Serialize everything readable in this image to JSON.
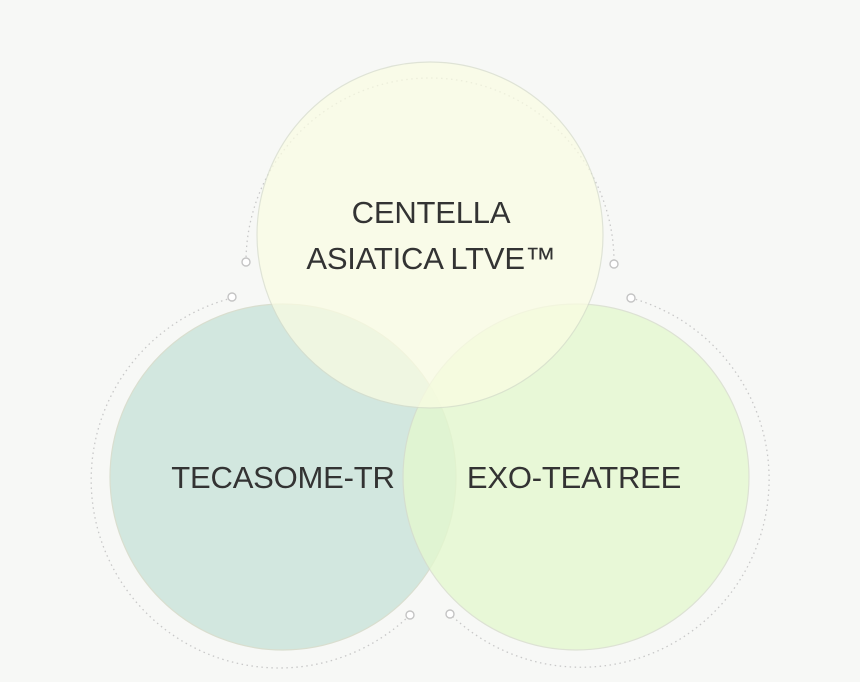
{
  "diagram": {
    "type": "venn",
    "sets": [
      {
        "id": "centella",
        "lines": [
          "CENTELLA",
          "ASIATICA LTVE™"
        ],
        "fill": "#fbfde3"
      },
      {
        "id": "tecasome",
        "lines": [
          "TECASOME-TR"
        ],
        "fill": "#cfe6dd"
      },
      {
        "id": "exo",
        "lines": [
          "EXO-TEATREE"
        ],
        "fill": "#e4f8cf"
      }
    ],
    "colors": {
      "background": "#f7f8f6",
      "circle_stroke": "#d6dccb",
      "orbit_dots": "#c8c8c8",
      "label_text": "#333333"
    }
  }
}
